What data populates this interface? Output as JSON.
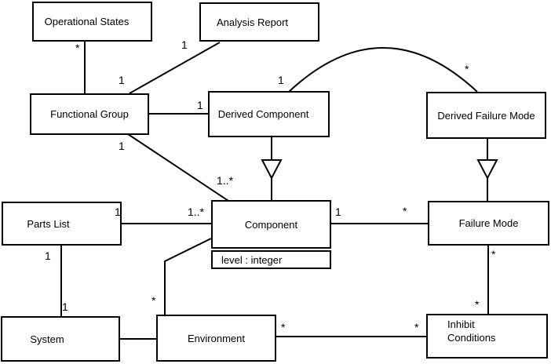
{
  "diagram": {
    "kind": "uml-class-diagram",
    "colors": {
      "background": "#ffffff",
      "line": "#000000",
      "text": "#000000"
    },
    "classes": [
      {
        "name": "Operational States"
      },
      {
        "name": "Analysis Report"
      },
      {
        "name": "Functional Group"
      },
      {
        "name": "Derived Component"
      },
      {
        "name": "Derived Failure Mode"
      },
      {
        "name": "Parts List"
      },
      {
        "name": "Component",
        "attributes": [
          "level : integer"
        ]
      },
      {
        "name": "Failure Mode"
      },
      {
        "name": "System"
      },
      {
        "name": "Environment"
      },
      {
        "name": "Inhibit Conditions"
      }
    ],
    "associations": [
      {
        "from": "Operational States",
        "to": "Functional Group",
        "from_label": "*",
        "to_label": "1",
        "shape": "straight"
      },
      {
        "from": "Analysis Report",
        "to": "Functional Group",
        "from_label": "1",
        "to_label": "",
        "shape": "straight"
      },
      {
        "from": "Functional Group",
        "to": "Derived Component",
        "from_label": "",
        "to_label": "1",
        "shape": "straight"
      },
      {
        "from": "Derived Component",
        "to": "Derived Failure Mode",
        "from_label": "1",
        "to_label": "*",
        "shape": "arc"
      },
      {
        "from": "Functional Group",
        "to": "Component",
        "from_label": "1",
        "to_label": "1..*",
        "shape": "straight"
      },
      {
        "from": "Parts List",
        "to": "Component",
        "from_label": "1",
        "to_label": "1..*",
        "shape": "straight"
      },
      {
        "from": "Component",
        "to": "Failure Mode",
        "from_label": "1",
        "to_label": "*",
        "shape": "straight"
      },
      {
        "from": "Parts List",
        "to": "System",
        "from_label": "1",
        "to_label": "1",
        "shape": "straight"
      },
      {
        "from": "System",
        "to": "Environment",
        "from_label": "",
        "to_label": "",
        "shape": "straight"
      },
      {
        "from": "Environment",
        "to": "Component",
        "from_label": "*",
        "to_label": "",
        "shape": "elbow"
      },
      {
        "from": "Failure Mode",
        "to": "Inhibit Conditions",
        "from_label": "*",
        "to_label": "*",
        "shape": "straight"
      },
      {
        "from": "Environment",
        "to": "Inhibit Conditions",
        "from_label": "*",
        "to_label": "*",
        "shape": "straight"
      }
    ],
    "generalizations": [
      {
        "subclass": "Derived Component",
        "superclass": "Component"
      },
      {
        "subclass": "Derived Failure Mode",
        "superclass": "Failure Mode"
      }
    ]
  }
}
